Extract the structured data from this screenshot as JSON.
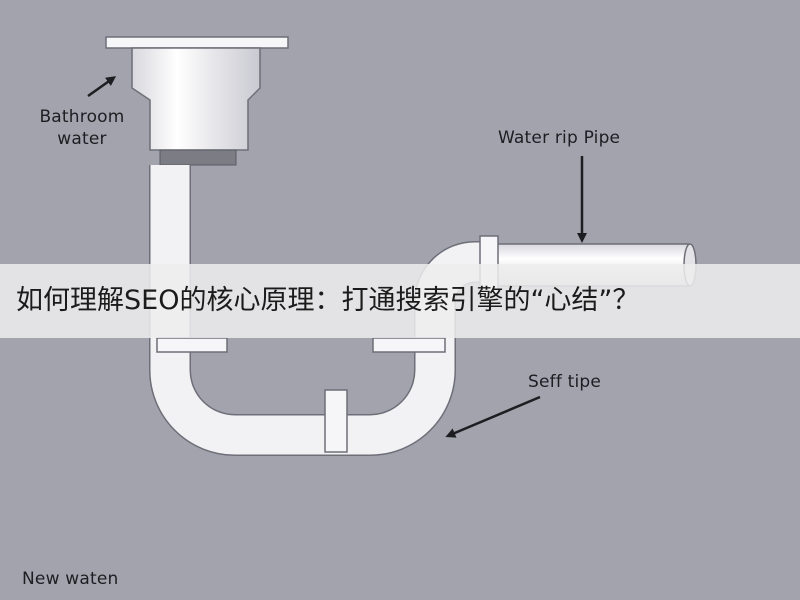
{
  "diagram": {
    "labels": {
      "bathroom_line1": "Bathroom",
      "bathroom_line2": "water",
      "water_rip_pipe": "Water rip Pipe",
      "seff_tipe": "Seff tipe",
      "new_waten": "New waten"
    }
  },
  "banner": {
    "title": "如何理解SEO的核心原理：打通搜索引擎的“心结”？"
  },
  "colors": {
    "background": "#a3a3ad",
    "pipe_fill": "#f4f4f6",
    "pipe_stroke": "#6e6e78",
    "banner_bg": "#eeeeee",
    "text": "#1d1d22"
  }
}
